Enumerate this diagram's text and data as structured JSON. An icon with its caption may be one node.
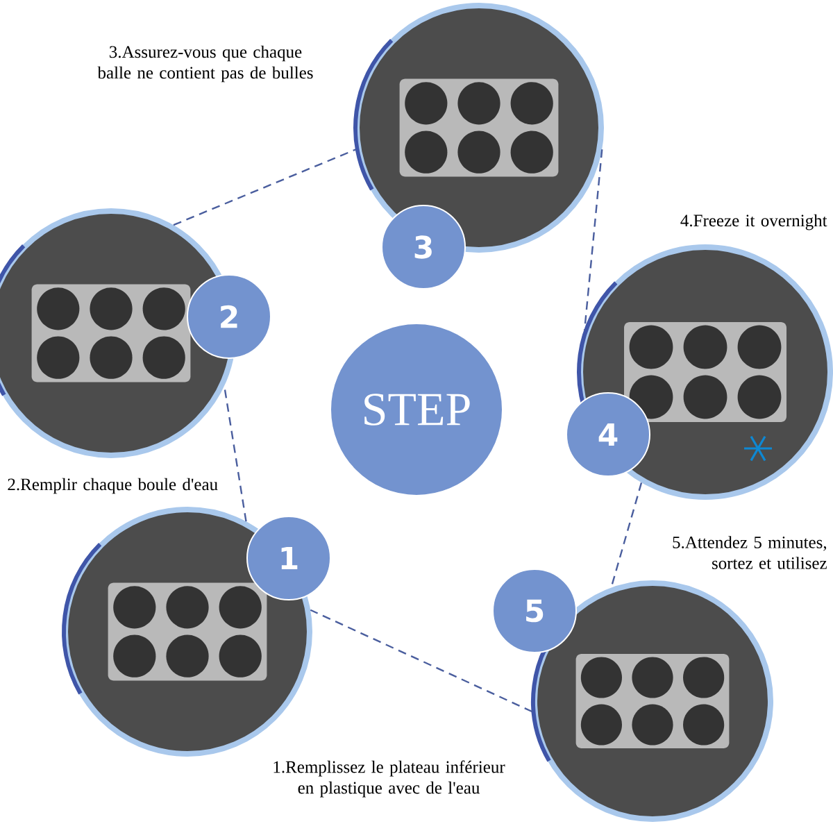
{
  "diagram": {
    "nodes": [
      {
        "text": [
          "STEP"
        ]
      },
      {
        "text": [],
        "shape": "picture",
        "beside": [
          "1.Remplissez le plateau inférieur en plastique avec de l'eau"
        ]
      },
      {
        "text": [
          "1"
        ]
      },
      {
        "text": [],
        "shape": "picture",
        "beside": [
          "2.Remplir chaque boule d'eau"
        ]
      },
      {
        "text": [
          "2"
        ]
      },
      {
        "text": [],
        "shape": "picture",
        "beside": [
          "3.Assurez-vous que chaque balle ne contient pas de bulles"
        ]
      },
      {
        "text": [
          "3"
        ]
      },
      {
        "text": [],
        "shape": "picture",
        "beside": [
          "4.Freeze it overnight"
        ]
      },
      {
        "text": [
          "4"
        ]
      },
      {
        "text": [],
        "shape": "picture",
        "beside": [
          "5.Attendez 5 minutes, sortez et utilisez"
        ]
      },
      {
        "text": [
          "5"
        ]
      }
    ],
    "edges": [
      {
        "from": 1,
        "to": 3,
        "arrow": "none",
        "style": "dashed"
      },
      {
        "from": 3,
        "to": 5,
        "arrow": "none",
        "style": "dashed"
      },
      {
        "from": 5,
        "to": 7,
        "arrow": "none",
        "style": "dashed"
      },
      {
        "from": 7,
        "to": 9,
        "arrow": "none",
        "style": "dashed"
      },
      {
        "from": 9,
        "to": 1,
        "arrow": "none",
        "style": "dashed"
      }
    ]
  }
}
